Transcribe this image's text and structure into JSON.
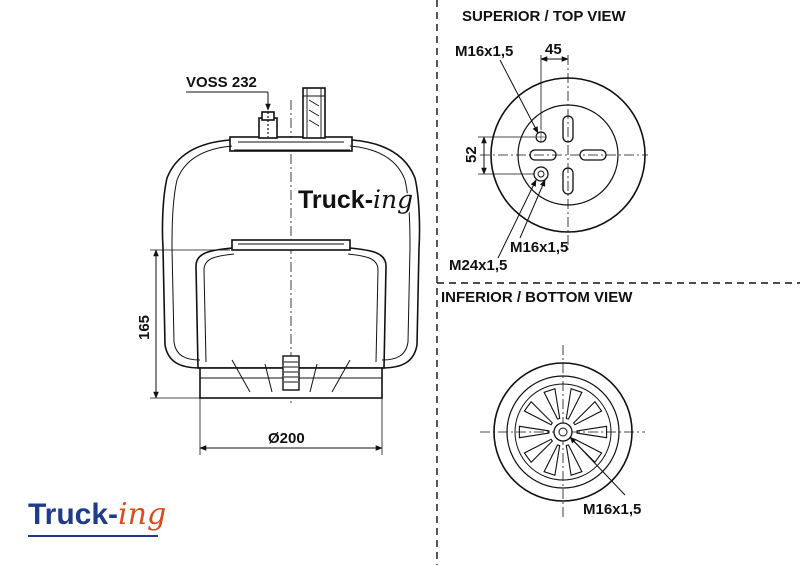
{
  "colors": {
    "ink": "#111111",
    "logo_primary": "#1f3b8c",
    "logo_accent": "#e0491b"
  },
  "logo": {
    "main": "Truck-",
    "accent": "ing"
  },
  "front_view": {
    "valve_label": "VOSS 232",
    "height_dim": "165",
    "diameter_dim": "Ø200"
  },
  "top_view": {
    "title": "SUPERIOR / TOP VIEW",
    "dim_spacing": "45",
    "dim_offset": "52",
    "thread_top": "M16x1,5",
    "thread_bottom": "M16x1,5",
    "thread_air": "M24x1,5"
  },
  "bottom_view": {
    "title": "INFERIOR / BOTTOM VIEW",
    "thread": "M16x1,5"
  }
}
